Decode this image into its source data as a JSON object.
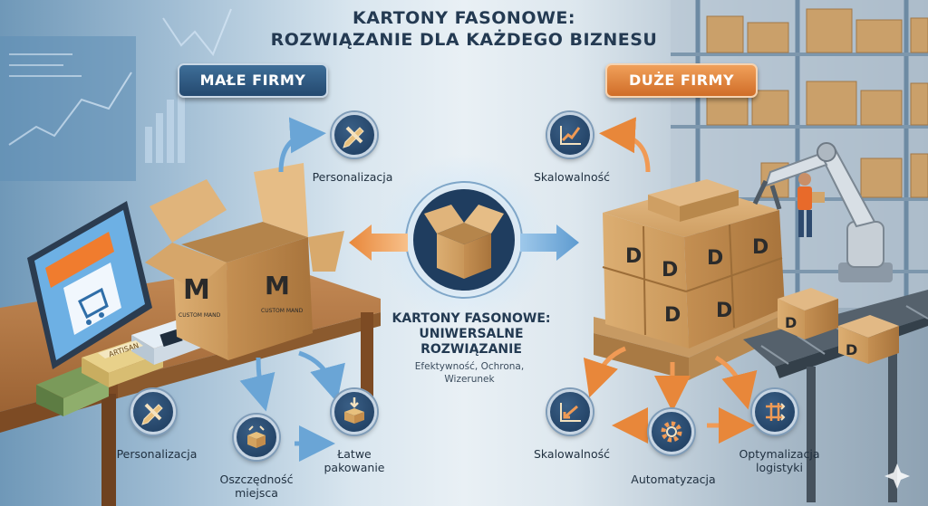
{
  "title": {
    "line1": "KARTONY FASONOWE:",
    "line2": "ROZWIĄZANIE DLA KAŻDEGO BIZNESU"
  },
  "left_section": {
    "banner": "MAŁE FIRMY",
    "box_brand": "CUSTOM MAND",
    "package_label": "ARTISAN",
    "labels": {
      "personalization_top": "Personalizacja",
      "personalization_bottom": "Personalizacja",
      "space_saving_l1": "Oszczędność",
      "space_saving_l2": "miejsca",
      "easy_packing_l1": "Łatwe",
      "easy_packing_l2": "pakowanie"
    }
  },
  "center_section": {
    "title_l1": "KARTONY FASONOWE:",
    "title_l2": "UNIWERSALNE",
    "title_l3": "ROZWIĄZANIE",
    "subtitle_l1": "Efektywność, Ochrona,",
    "subtitle_l2": "Wizerunek"
  },
  "right_section": {
    "banner": "DUŻE FIRMY",
    "box_logo": "D",
    "labels": {
      "scalability_top": "Skalowalność",
      "scalability_bottom": "Skalowalność",
      "automation": "Automatyzacja",
      "logistics_l1": "Optymalizacja",
      "logistics_l2": "logistyki"
    }
  },
  "colors": {
    "left_accent": "#2f5d88",
    "right_accent": "#e58a3e",
    "icon_bg": "#1f3d5f",
    "cardboard": "#d4a46a"
  }
}
